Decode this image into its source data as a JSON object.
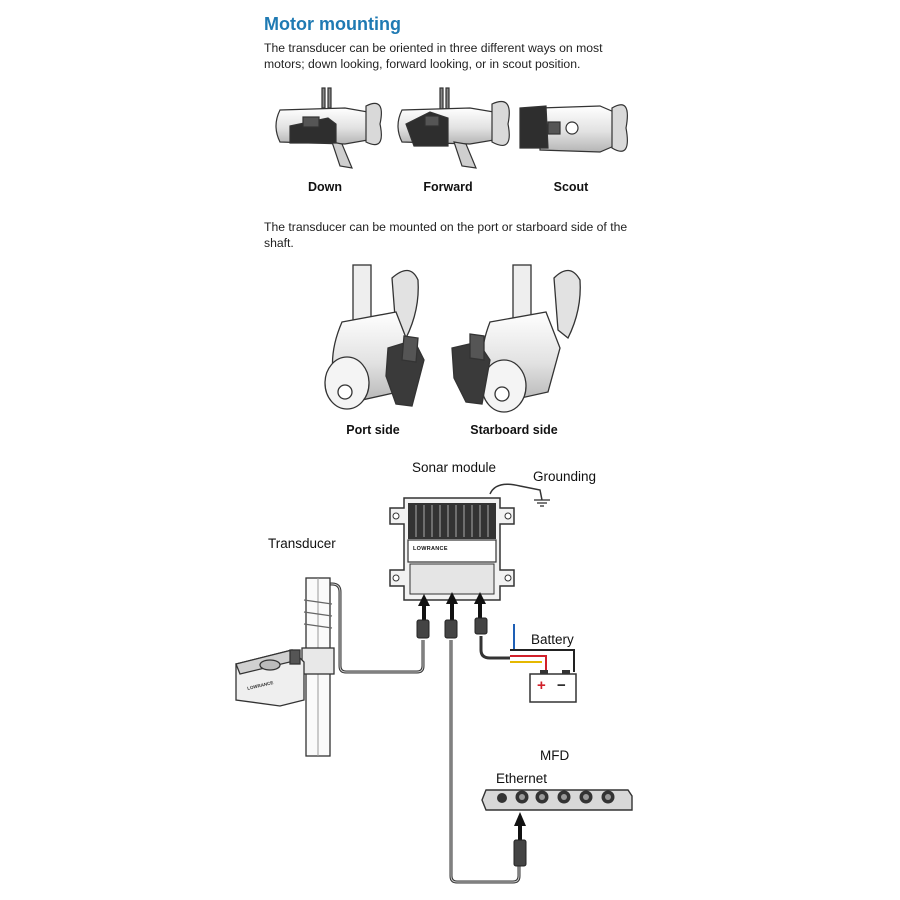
{
  "title": "Motor mounting",
  "intro_text": "The transducer can be oriented in three different ways on most motors; down looking, forward looking, or in scout position.",
  "orientations": [
    {
      "label": "Down"
    },
    {
      "label": "Forward"
    },
    {
      "label": "Scout"
    }
  ],
  "mount_side_text": "The transducer can be mounted on the port or starboard side of the shaft.",
  "sides": [
    {
      "label": "Port side"
    },
    {
      "label": "Starboard side"
    }
  ],
  "diagram": {
    "sonar_module": "Sonar module",
    "grounding": "Grounding",
    "transducer": "Transducer",
    "battery": "Battery",
    "battery_plus": "+",
    "battery_minus": "−",
    "mfd": "MFD",
    "ethernet": "Ethernet",
    "brand": "LOWRANCE"
  },
  "colors": {
    "title": "#1f7ab3",
    "battery_plus": "#d0202a",
    "wire_red": "#d0202a",
    "wire_yellow": "#e5b800",
    "wire_blue": "#1e5fb5"
  }
}
